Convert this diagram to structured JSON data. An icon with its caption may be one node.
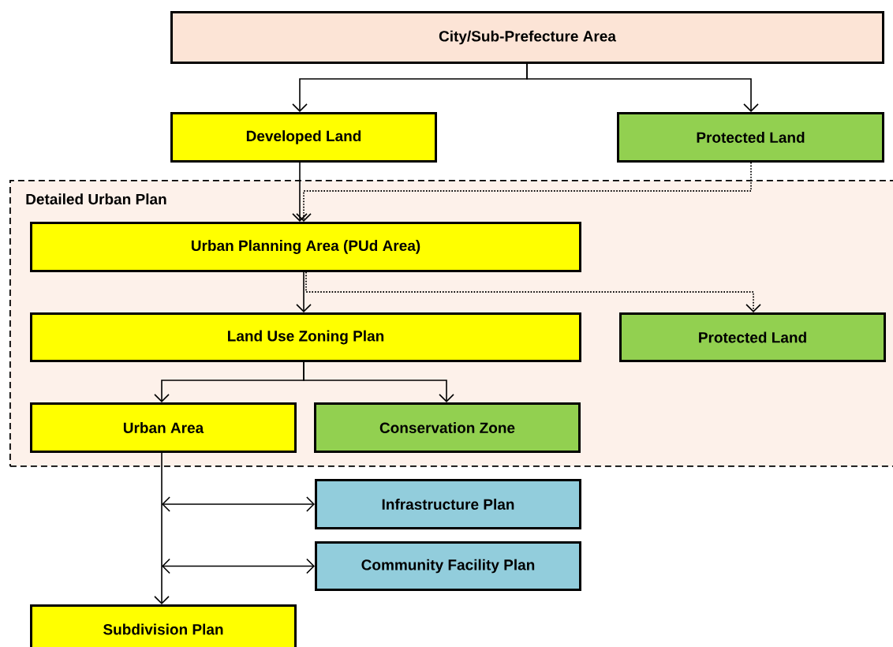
{
  "diagram": {
    "nodes": [
      {
        "text": [
          "City/Sub-Prefecture Area"
        ]
      },
      {
        "text": [
          "Developed Land"
        ]
      },
      {
        "text": [
          "Protected Land"
        ]
      },
      {
        "text": [
          "Detailed Urban Plan"
        ]
      },
      {
        "text": [
          "Urban Planning Area (PUd Area)"
        ],
        "in": 3
      },
      {
        "text": [
          "Land Use Zoning Plan"
        ],
        "in": 3
      },
      {
        "text": [
          "Protected Land"
        ],
        "in": 3
      },
      {
        "text": [
          "Urban Area"
        ],
        "in": 3
      },
      {
        "text": [
          "Conservation Zone"
        ],
        "in": 3
      },
      {
        "text": [
          "Infrastructure Plan"
        ]
      },
      {
        "text": [
          "Community Facility Plan"
        ]
      },
      {
        "text": [
          "Subdivision Plan"
        ]
      }
    ],
    "edges": [
      {
        "from": 0,
        "to": 1,
        "arrow": "to"
      },
      {
        "from": 0,
        "to": 2,
        "arrow": "to"
      },
      {
        "from": 1,
        "to": 4,
        "arrow": "to"
      },
      {
        "from": 2,
        "to": 4,
        "arrow": "to",
        "style": "dashed"
      },
      {
        "from": 4,
        "to": 5,
        "arrow": "to"
      },
      {
        "from": 4,
        "to": 6,
        "arrow": "to",
        "style": "dashed"
      },
      {
        "from": 5,
        "to": 7,
        "arrow": "to"
      },
      {
        "from": 5,
        "to": 8,
        "arrow": "to"
      },
      {
        "from": 7,
        "to": 11,
        "arrow": "to"
      },
      {
        "from": null,
        "to": 9,
        "arrow": "both"
      },
      {
        "from": null,
        "to": 10,
        "arrow": "both"
      }
    ]
  }
}
